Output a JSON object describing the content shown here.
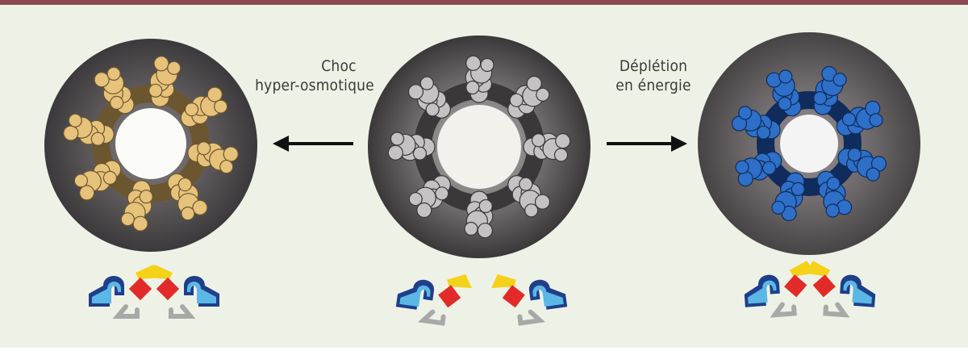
{
  "colors": {
    "background": "#eef2e6",
    "top_border": "#8e4a52",
    "disk_dark": "#3d3b3d",
    "disk_mid": "#6a6668",
    "ring_left_fill": "#e6c27a",
    "ring_left_dark": "#6b5630",
    "ring_center_fill": "#c4c2c2",
    "ring_center_dark": "#3a3838",
    "ring_right_fill": "#2e6fc8",
    "ring_right_dark": "#0f2c5c",
    "arrow": "#111111",
    "cartoon_yellow": "#f4d21a",
    "cartoon_red": "#e22b28",
    "cartoon_navy": "#1f3f8a",
    "cartoon_cyan": "#5bb8e6",
    "cartoon_gray": "#a8a8a8"
  },
  "labels": {
    "left_arrow": [
      "Choc",
      "hyper-osmotique"
    ],
    "right_arrow": [
      "Déplétion",
      "en énergie"
    ]
  },
  "panels": [
    {
      "name": "hyper-osmotic-state",
      "subunits": 8
    },
    {
      "name": "native-state",
      "subunits": 8
    },
    {
      "name": "energy-depleted-state",
      "subunits": 8
    }
  ]
}
